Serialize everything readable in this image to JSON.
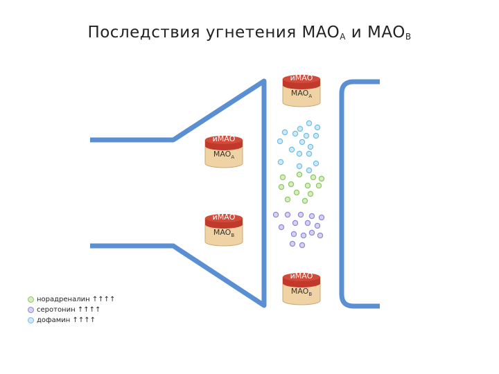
{
  "title": {
    "main": "Последствия угнетения MAO",
    "sub_a": "A",
    "conj": " и MAO",
    "sub_b": "B"
  },
  "drums": [
    {
      "inhibitor": "иМАО",
      "enzyme": "MAO",
      "sub": "A"
    },
    {
      "inhibitor": "иМАО",
      "enzyme": "MAO",
      "sub": "A"
    },
    {
      "inhibitor": "иМАО",
      "enzyme": "MAO",
      "sub": "B"
    },
    {
      "inhibitor": "иМАО",
      "enzyme": "MAO",
      "sub": "B"
    }
  ],
  "legend": [
    {
      "label": "норадреналин ↑↑↑↑",
      "color": "#8dc85e"
    },
    {
      "label": "серотонин ↑↑↑↑",
      "color": "#8e86d6"
    },
    {
      "label": "дофамин ↑↑↑↑",
      "color": "#6fbde6"
    }
  ],
  "colors": {
    "membrane": "#5b8fd3",
    "drum_top": "#c0392b",
    "drum_body": "#f0d3a4",
    "dopamine": "#6fbde6",
    "noradrenaline": "#8dc85e",
    "serotonin": "#8e86d6"
  }
}
